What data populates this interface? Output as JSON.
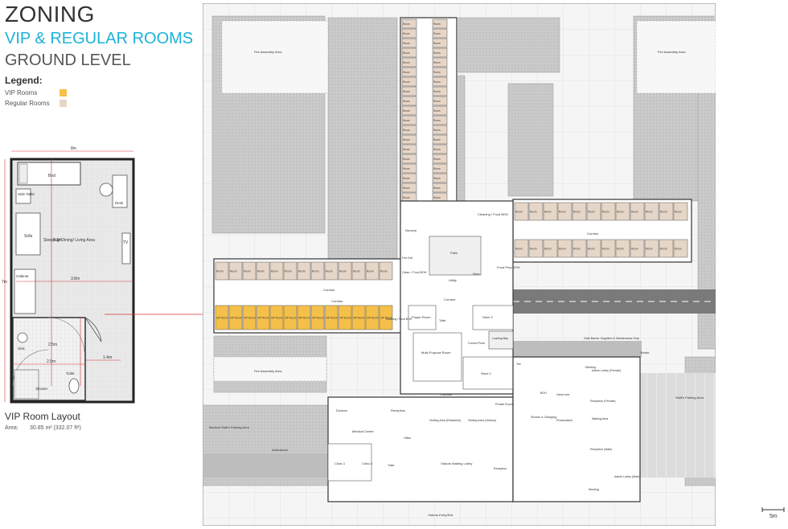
{
  "header": {
    "title": "ZONING",
    "subtitle": "VIP & REGULAR ROOMS",
    "level": "GROUND LEVEL"
  },
  "legend": {
    "title": "Legend:",
    "items": [
      {
        "label": "VIP Rooms",
        "color": "#f5c04a"
      },
      {
        "label": "Regular Rooms",
        "color": "#e6d6c8"
      }
    ]
  },
  "room_layout": {
    "title": "VIP Room Layout",
    "area_label": "Area:",
    "area_value": "30.85 m² (332.07 ft²)",
    "dims": {
      "width": "8m",
      "height": "7m",
      "w1": "3.8m",
      "d1": "5.3m",
      "d2": "2.5m",
      "d3": "2.5m",
      "d4": "1.4m"
    },
    "labels": {
      "bed": "Bed",
      "side_table": "Side Table",
      "desk": "Desk",
      "sofa": "Sofa",
      "tv": "TV",
      "sleeping": "Sleeping/ Dining/ Living Area",
      "cabinet": "Cabinet",
      "sink": "Sink",
      "toilet": "Toilet",
      "shower": "Shower"
    }
  },
  "plan": {
    "areas": {
      "fire_assembly": "Fire Assembly Area",
      "medical_parking": "Medical Staff's Parking Area",
      "ambulance": "Ambulance",
      "staff_parking": "Staff's Parking Area",
      "visitors_entry": "Visitors Entry/Exit",
      "gate_barrier": "Gate Barrier Suppliers & Maintenance Only",
      "shutter": "Shutter",
      "scale": "5m"
    },
    "spaces": {
      "nursery": "Nursery",
      "cleaning_food_boh": "Cleaning / Food BOH",
      "patio": "Patio",
      "fire_exit": "Fire Exit",
      "clean_food_boh": "Clean. / Food BOH",
      "utility": "Utility",
      "store": "Store",
      "food_prep_boh": "Food Prep BOH",
      "corridor": "Corridor",
      "prayer_room": "Prayer Room",
      "toilet": "Toilet",
      "store_2": "Store 2",
      "loading_bay": "Loading Bay",
      "control_point": "Control Point",
      "multi_purpose": "Multi-Purpose Room",
      "store_1": "Store 1",
      "cleaning_food_boh_2": "Cleaning / Food BOH",
      "doctors": "Doctors",
      "reception": "Reception",
      "medical_center": "Medical Center",
      "office": "Office",
      "clinic_1": "Clinic 1",
      "clinic_2": "Clinic 2",
      "visiting_residents": "Visiting Area (Residents)",
      "visiting_visitors": "Visiting Area (Visitors)",
      "private_room": "Private Room",
      "visitors_lobby": "Visitors Waiting Lobby",
      "reception_v": "Reception",
      "boh": "BOH",
      "hand_over": "Hand over",
      "shower_changing": "Shower & Changing",
      "presentation": "Presentation",
      "waiting_area": "Waiting Area",
      "meeting": "Meeting",
      "admin_lobby_f": "Admin Lobby (Female)",
      "admin_lobby_m": "Admin Lobby (Male)",
      "reception_f": "Reception (Female)",
      "reception_m": "Reception (Male)",
      "tea": "Tea",
      "room": "Room",
      "vip_room": "VIP Room"
    }
  }
}
